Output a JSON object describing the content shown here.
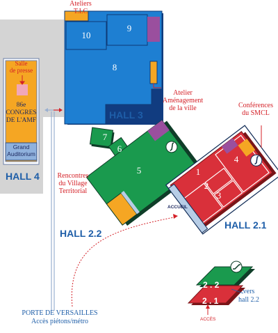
{
  "halls": {
    "hall4": "HALL 4",
    "hall3": "HALL 3",
    "hall22": "HALL 2.2",
    "hall21": "HALL 2.1"
  },
  "stands": {
    "s10": "10",
    "s9": "9",
    "s8": "8",
    "s7": "7",
    "s6": "6",
    "s5": "5",
    "s4": "4",
    "s1": "1",
    "s2": "2",
    "s3": "3"
  },
  "labels": {
    "ateliers": "Ateliers",
    "tic": "T.I.C",
    "salle_line1": "Salle",
    "salle_line2": "de presse",
    "congres_line1": "86e",
    "congres_line2": "CONGRES",
    "congres_line3": "DE L'AMF",
    "grand_line1": "Grand",
    "grand_line2": "Auditorium",
    "atelier_am_line1": "Atelier",
    "atelier_am_line2": "Aménagement",
    "atelier_am_line3": "de la ville",
    "conf_line1": "Conférences",
    "conf_line2": "du SMCL",
    "rencontres_line1": "Rencontres",
    "rencontres_line2": "du Village",
    "rencontres_line3": "Territorial",
    "accueil": "ACCUEIL",
    "porte_line1": "PORTE DE VERSAILLES",
    "porte_line2": "Accès piétons/métro",
    "legend_22": "2 . 2",
    "legend_21": "2 . 1",
    "vers_line1": "vers",
    "vers_line2": "hall 2.2",
    "acces": "ACCÈS"
  },
  "colors": {
    "blue": "#1e7fd2",
    "green": "#1a9a4e",
    "red": "#d9303a",
    "orange": "#f5a623",
    "purple": "#9a4f9e",
    "grey": "#d4d4d4",
    "lightblue": "#b7cde6",
    "label_red": "#d42027",
    "hall_blue": "#1e5ea8"
  }
}
